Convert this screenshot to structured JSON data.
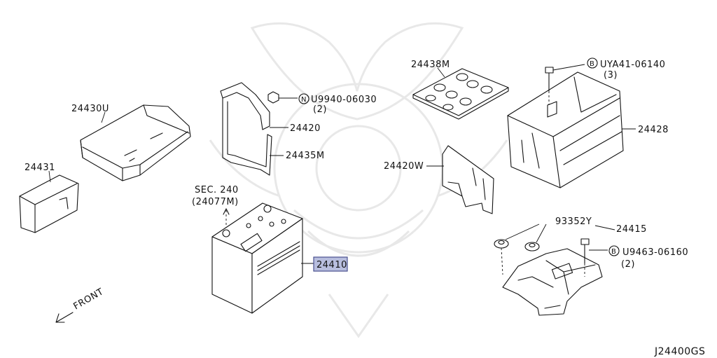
{
  "diagram": {
    "code": "J24400GS",
    "front_label": "FRONT",
    "parts": {
      "p24430U": "24430U",
      "p24431": "24431",
      "p24435M": "24435M",
      "p24420": "24420",
      "p24410": "24410",
      "p24438M": "24438M",
      "p24428": "24428",
      "p24420W": "24420W",
      "p24415": "24415",
      "p93352Y": "93352Y"
    },
    "fasteners": {
      "nut_marker": "N",
      "nut_part": "U9940-06030",
      "nut_qty": "(2)",
      "bolt1_marker": "B",
      "bolt1_part": "UYA41-06140",
      "bolt1_qty": "(3)",
      "bolt2_marker": "B",
      "bolt2_part": "U9463-06160",
      "bolt2_qty": "(2)"
    },
    "sec_ref": {
      "line1": "SEC. 240",
      "line2": "(24077M)"
    },
    "highlight_color": "#b8bede"
  }
}
